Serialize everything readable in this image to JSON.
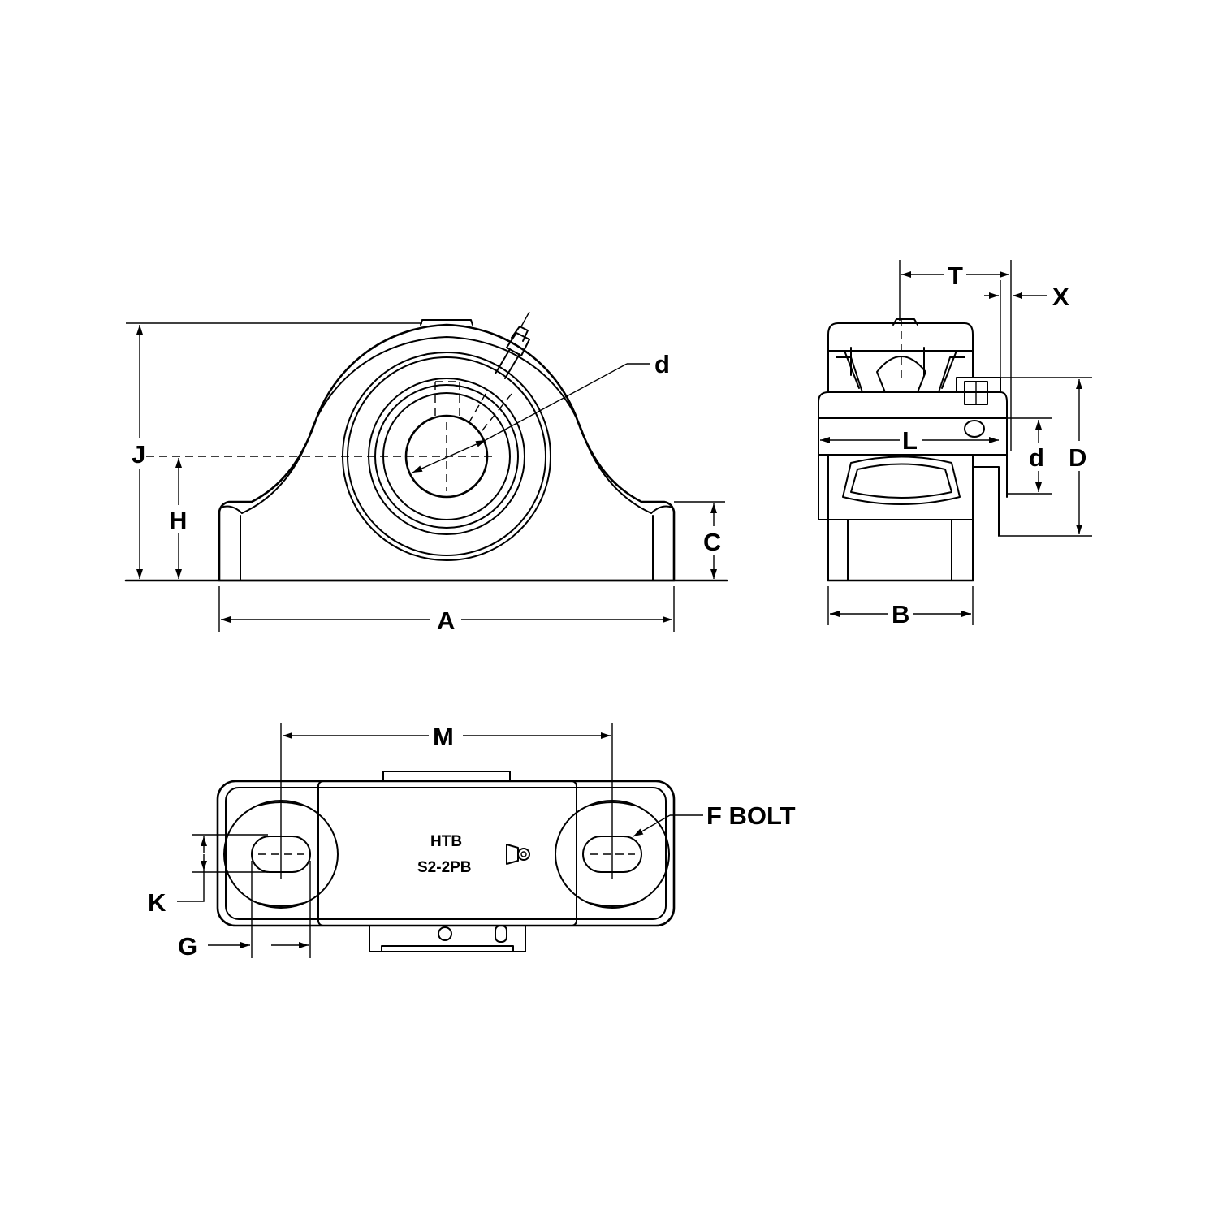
{
  "labels": {
    "A": "A",
    "B": "B",
    "C": "C",
    "D": "D",
    "d_front": "d",
    "d_side": "d",
    "F": "F BOLT",
    "G": "G",
    "H": "H",
    "J": "J",
    "K": "K",
    "L": "L",
    "M": "M",
    "T": "T",
    "X": "X"
  },
  "marking": {
    "line1": "HTB",
    "line2": "S2-2PB"
  }
}
